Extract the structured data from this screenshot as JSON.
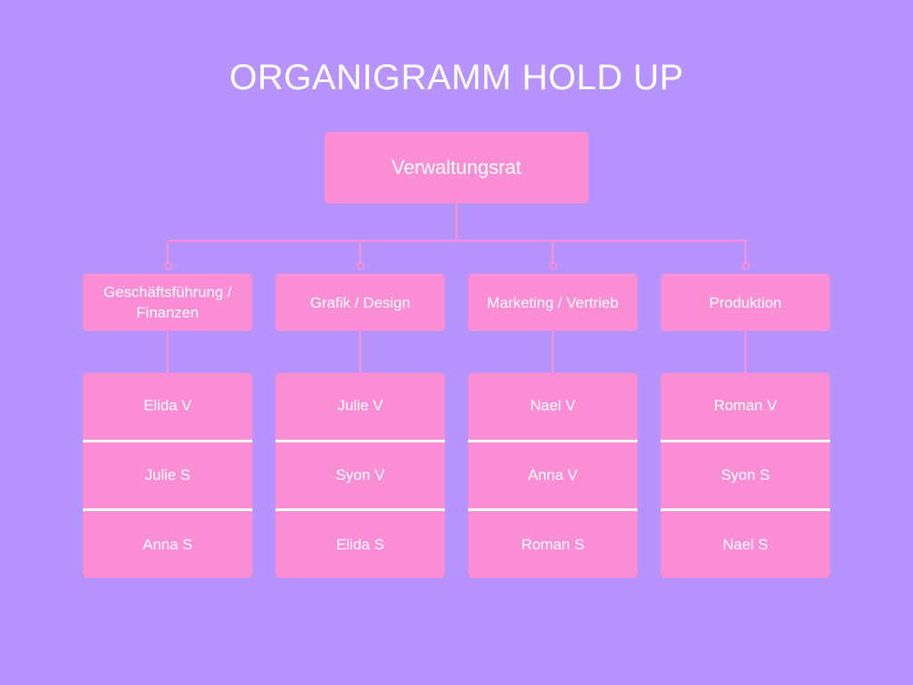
{
  "title": "ORGANIGRAMM HOLD UP",
  "colors": {
    "background": "#b794fd",
    "node": "#fb8ed4",
    "text": "#ffffff",
    "divider": "#ffffff",
    "connector": "#fb8ed4"
  },
  "root": {
    "label": "Verwaltungsrat"
  },
  "departments": [
    {
      "label": "Geschäftsführung / Finanzen",
      "members": [
        "Elida V",
        "Julie S",
        "Anna S"
      ]
    },
    {
      "label": "Grafik / Design",
      "members": [
        "Julie V",
        "Syon V",
        "Elida S"
      ]
    },
    {
      "label": "Marketing / Vertrieb",
      "members": [
        "Nael V",
        "Anna V",
        "Roman S"
      ]
    },
    {
      "label": "Produktion",
      "members": [
        "Roman V",
        "Syon S",
        "Nael S"
      ]
    }
  ]
}
